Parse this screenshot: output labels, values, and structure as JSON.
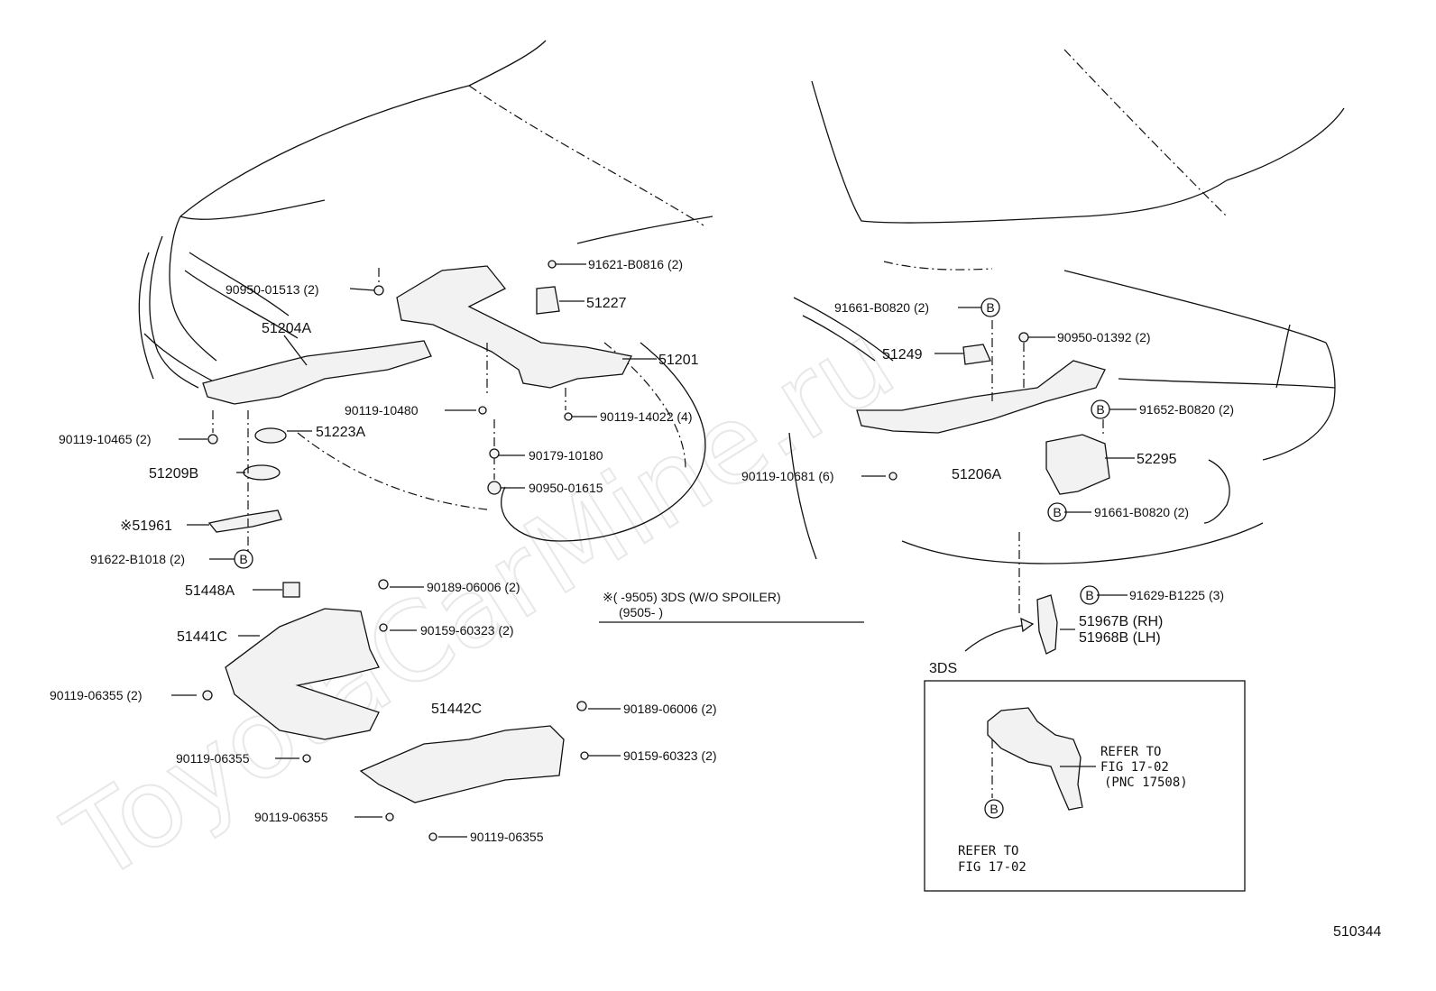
{
  "watermark": "ToyotaCarMine.ru",
  "figure_id": "510344",
  "spoiler_note": {
    "line1": "※(     -9505) 3DS (W/O SPOILER)",
    "line2": "(9505-          )"
  },
  "inset": {
    "title": "3DS",
    "refer1": [
      "REFER TO",
      "FIG 17-02",
      "(PNC 17508)"
    ],
    "refer2": [
      "REFER TO",
      "FIG 17-02"
    ],
    "badge": "B"
  },
  "labels": {
    "p91621": "91621-B0816 (2)",
    "p90950_01513": "90950-01513 (2)",
    "p51227": "51227",
    "p51204A": "51204A",
    "p51201": "51201",
    "p90119_10480": "90119-10480",
    "p90119_14022": "90119-14022 (4)",
    "p90119_10465": "90119-10465 (2)",
    "p51223A": "51223A",
    "p90179": "90179-10180",
    "p51209B": "51209B",
    "p90950_01615": "90950-01615",
    "p51961": "※51961",
    "p91622": "91622-B1018 (2)",
    "p51448A": "51448A",
    "p90189_a": "90189-06006 (2)",
    "p51441C": "51441C",
    "p90159_a": "90159-60323 (2)",
    "p90119_06355_a": "90119-06355 (2)",
    "p51442C": "51442C",
    "p90189_b": "90189-06006 (2)",
    "p90119_06355_b": "90119-06355",
    "p90159_b": "90159-60323 (2)",
    "p90119_06355_c": "90119-06355",
    "p90119_06355_d": "90119-06355",
    "p91661_a": "91661-B0820 (2)",
    "p90950_01392": "90950-01392 (2)",
    "p51249": "51249",
    "p91652": "91652-B0820 (2)",
    "p90119_10681": "90119-10681 (6)",
    "p51206A": "51206A",
    "p52295": "52295",
    "p91661_b": "91661-B0820 (2)",
    "p91629": "91629-B1225 (3)",
    "p51967B": "51967B (RH)",
    "p51968B": "51968B (LH)"
  }
}
